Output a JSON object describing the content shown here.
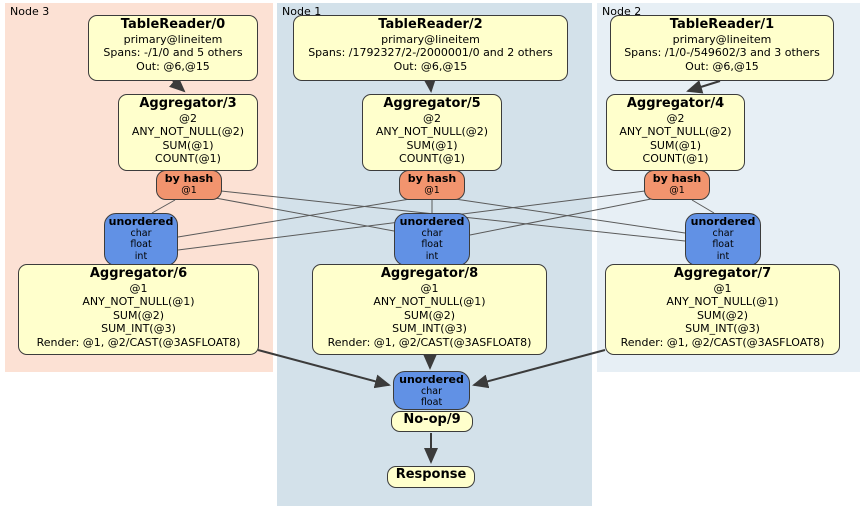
{
  "regions": {
    "node3": {
      "label": "Node 3"
    },
    "node1": {
      "label": "Node 1"
    },
    "node2": {
      "label": "Node 2"
    }
  },
  "processors": {
    "tr0": {
      "title": "TableReader/0",
      "lines": [
        "primary@lineitem",
        "Spans: -/1/0 and 5 others",
        "Out: @6,@15"
      ]
    },
    "tr2": {
      "title": "TableReader/2",
      "lines": [
        "primary@lineitem",
        "Spans: /1792327/2-/2000001/0 and 2 others",
        "Out: @6,@15"
      ]
    },
    "tr1": {
      "title": "TableReader/1",
      "lines": [
        "primary@lineitem",
        "Spans: /1/0-/549602/3 and 3 others",
        "Out: @6,@15"
      ]
    },
    "agg3": {
      "title": "Aggregator/3",
      "lines": [
        "@2",
        "ANY_NOT_NULL(@2)",
        "SUM(@1)",
        "COUNT(@1)"
      ]
    },
    "agg5": {
      "title": "Aggregator/5",
      "lines": [
        "@2",
        "ANY_NOT_NULL(@2)",
        "SUM(@1)",
        "COUNT(@1)"
      ]
    },
    "agg4": {
      "title": "Aggregator/4",
      "lines": [
        "@2",
        "ANY_NOT_NULL(@2)",
        "SUM(@1)",
        "COUNT(@1)"
      ]
    },
    "agg6": {
      "title": "Aggregator/6",
      "lines": [
        "@1",
        "ANY_NOT_NULL(@1)",
        "SUM(@2)",
        "SUM_INT(@3)",
        "Render: @1, @2/CAST(@3ASFLOAT8)"
      ]
    },
    "agg8": {
      "title": "Aggregator/8",
      "lines": [
        "@1",
        "ANY_NOT_NULL(@1)",
        "SUM(@2)",
        "SUM_INT(@3)",
        "Render: @1, @2/CAST(@3ASFLOAT8)"
      ]
    },
    "agg7": {
      "title": "Aggregator/7",
      "lines": [
        "@1",
        "ANY_NOT_NULL(@1)",
        "SUM(@2)",
        "SUM_INT(@3)",
        "Render: @1, @2/CAST(@3ASFLOAT8)"
      ]
    },
    "noop9": {
      "title": "No-op/9"
    },
    "response": {
      "title": "Response"
    }
  },
  "routers": {
    "byhash3": {
      "title": "by hash",
      "lines": [
        "@1"
      ]
    },
    "byhash5": {
      "title": "by hash",
      "lines": [
        "@1"
      ]
    },
    "byhash4": {
      "title": "by hash",
      "lines": [
        "@1"
      ]
    }
  },
  "syncs": {
    "left": {
      "title": "unordered",
      "lines": [
        "char",
        "float",
        "int"
      ]
    },
    "center": {
      "title": "unordered",
      "lines": [
        "char",
        "float",
        "int"
      ]
    },
    "right": {
      "title": "unordered",
      "lines": [
        "char",
        "float",
        "int"
      ]
    },
    "final": {
      "title": "unordered",
      "lines": [
        "char",
        "float"
      ]
    }
  },
  "colors": {
    "node3_bg": "#FCE1D4",
    "node1_bg": "#D3E1EA",
    "node2_bg": "#E7EFF5",
    "processor_fill": "#FFFFCC",
    "router_fill": "#F2946E",
    "sync_fill": "#6191E5",
    "edge": "#3B3B3B"
  }
}
